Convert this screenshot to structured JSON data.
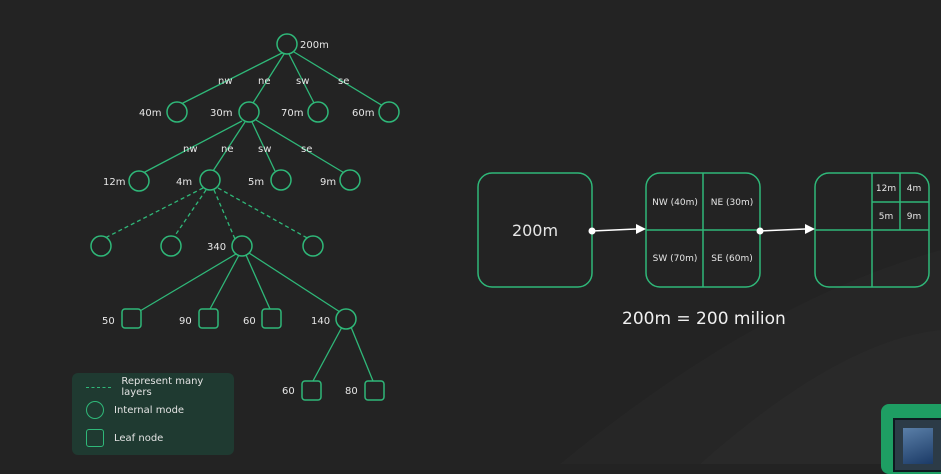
{
  "colors": {
    "accent": "#2fb879",
    "background": "#232323",
    "legend_bg": "#1f3a31",
    "arrow": "#ffffff"
  },
  "tree": {
    "root": "200m",
    "level1": {
      "branch_labels": [
        "nw",
        "ne",
        "sw",
        "se"
      ],
      "nodes": [
        "40m",
        "30m",
        "70m",
        "60m"
      ]
    },
    "level2": {
      "branch_labels": [
        "nw",
        "ne",
        "sw",
        "se"
      ],
      "nodes": [
        "12m",
        "4m",
        "5m",
        "9m"
      ]
    },
    "level3_label": "340",
    "level4": {
      "leaves": [
        "50",
        "90",
        "60"
      ],
      "internal": "140"
    },
    "level5": {
      "leaves": [
        "60",
        "80"
      ]
    }
  },
  "legend": {
    "dashed": "Represent many layers",
    "internal": "Internal mode",
    "leaf": "Leaf node"
  },
  "quad": {
    "box1": "200m",
    "box2": {
      "nw": "NW (40m)",
      "ne": "NE (30m)",
      "sw": "SW (70m)",
      "se": "SE (60m)"
    },
    "box3": {
      "a": "12m",
      "b": "4m",
      "c": "5m",
      "d": "9m"
    },
    "caption": "200m = 200 milion"
  }
}
